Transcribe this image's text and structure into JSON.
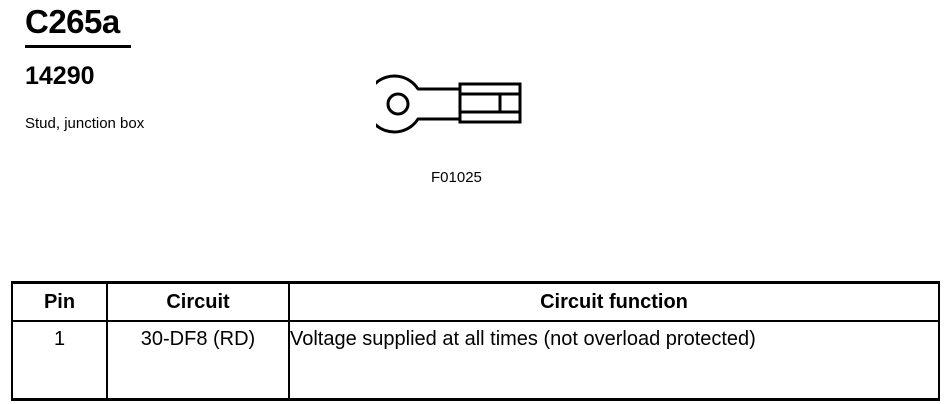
{
  "connector": {
    "id": "C265a",
    "part_number": "14290",
    "description": "Stud, junction box",
    "figure_id": "F01025"
  },
  "pin_table": {
    "headers": {
      "pin": "Pin",
      "circuit": "Circuit",
      "function": "Circuit function"
    },
    "rows": [
      {
        "pin": "1",
        "circuit": "30-DF8 (RD)",
        "function": "Voltage supplied at all times (not overload protected)"
      }
    ]
  },
  "icons": {
    "connector_drawing": "ring-terminal-icon"
  }
}
